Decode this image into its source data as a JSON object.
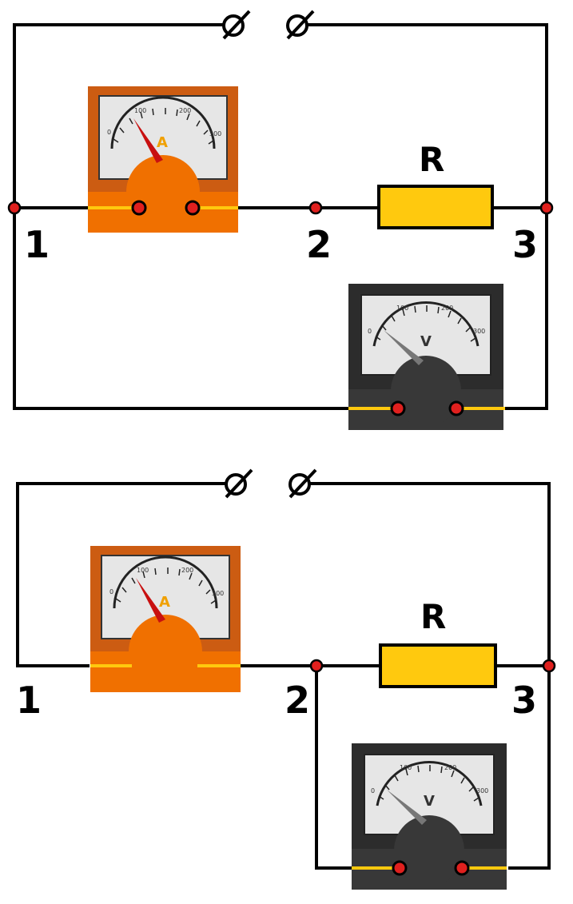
{
  "circuits": [
    {
      "node_labels": [
        "1",
        "2",
        "3"
      ],
      "resistor_label": "R",
      "ammeter": {
        "letter": "A",
        "scale": [
          "0",
          "100",
          "200",
          "300"
        ]
      },
      "voltmeter": {
        "letter": "V",
        "scale": [
          "0",
          "100",
          "200",
          "300"
        ]
      }
    },
    {
      "node_labels": [
        "1",
        "2",
        "3"
      ],
      "resistor_label": "R",
      "ammeter": {
        "letter": "A",
        "scale": [
          "0",
          "100",
          "200",
          "300"
        ]
      },
      "voltmeter": {
        "letter": "V",
        "scale": [
          "0",
          "100",
          "200",
          "300"
        ]
      }
    }
  ],
  "colors": {
    "wire": "#000000",
    "node": "#e0201e",
    "ammeter_body": "#f07000",
    "ammeter_frame": "#d0601a",
    "voltmeter_body": "#383838",
    "resistor": "#ffc90e",
    "lead": "#ffc90e",
    "needle_a": "#c81010",
    "needle_v": "#777777"
  }
}
